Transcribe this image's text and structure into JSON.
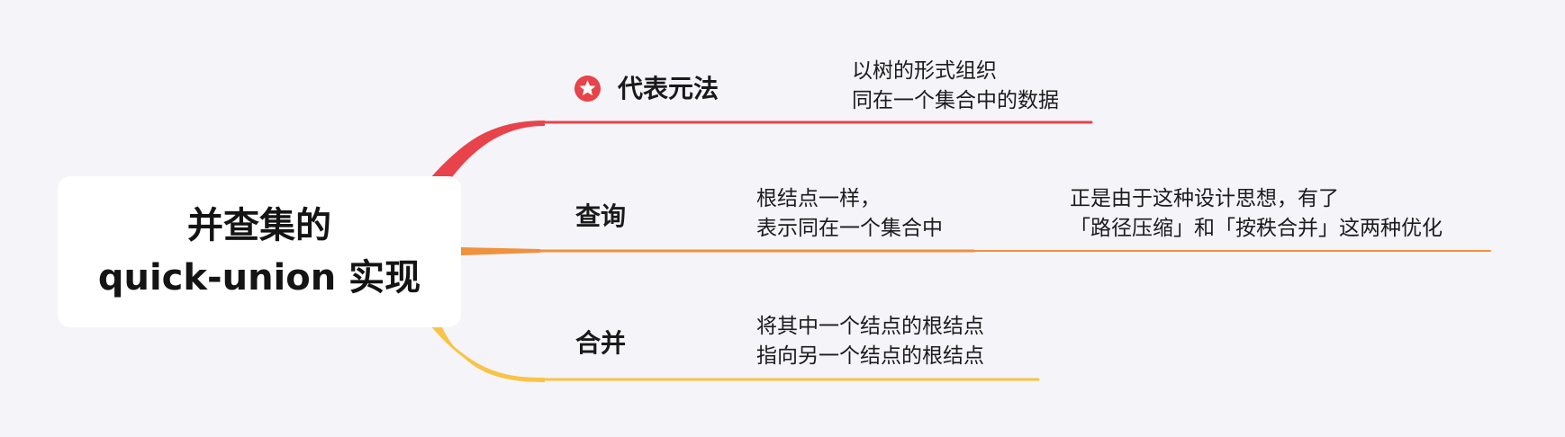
{
  "root": {
    "title_line1": "并查集的",
    "title_line2": "quick-union 实现"
  },
  "branches": [
    {
      "label": "代表元法",
      "icon": "star-badge-icon",
      "color": "#e8434a",
      "note": [
        "以树的形式组织",
        "同在一个集合中的数据"
      ]
    },
    {
      "label": "查询",
      "color": "#f0913c",
      "note": [
        "根结点一样，",
        "表示同在一个集合中"
      ],
      "child": {
        "note": [
          "正是由于这种设计思想，有了",
          "「路径压缩」和「按秩合并」这两种优化"
        ]
      }
    },
    {
      "label": "合并",
      "color": "#f9c446",
      "note": [
        "将其中一个结点的根结点",
        "指向另一个结点的根结点"
      ]
    }
  ],
  "colors": {
    "background": "#f4f4f9",
    "root_fill": "#ffffff",
    "branch_1": "#e8434a",
    "branch_2": "#f0913c",
    "branch_3": "#f9c446"
  }
}
